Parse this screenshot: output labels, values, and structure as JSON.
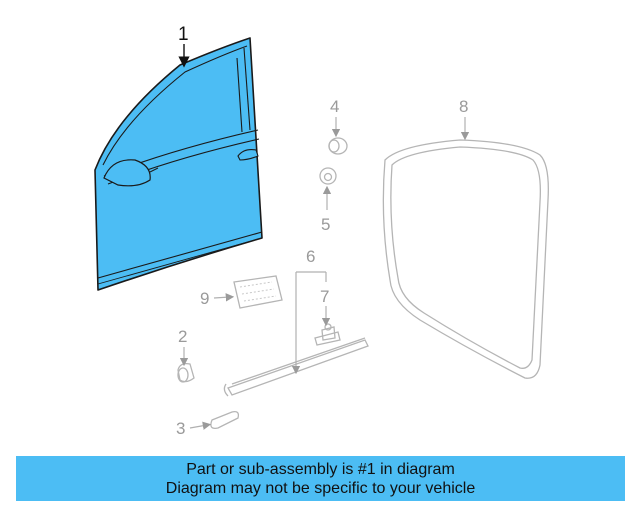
{
  "diagram": {
    "callouts": {
      "door": "1",
      "part2": "2",
      "part3": "3",
      "part4": "4",
      "part5": "5",
      "part6": "6",
      "part7": "7",
      "part8": "8",
      "part9": "9"
    },
    "highlight_color": "#4cbdf4",
    "part_line_color": "#b5b5b5"
  },
  "banner": {
    "line1": "Part or sub-assembly is #1 in diagram",
    "line2": "Diagram may not be specific to your vehicle",
    "color": "#4cbdf4"
  }
}
